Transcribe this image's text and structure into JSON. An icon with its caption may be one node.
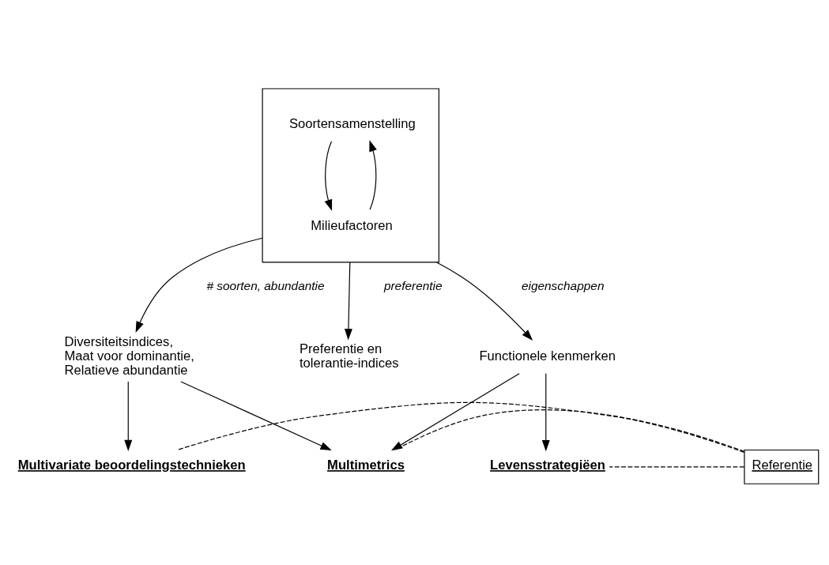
{
  "diagram": {
    "nodes": [
      {
        "text": [],
        "shape": "box"
      },
      {
        "text": [
          "Soortensamenstelling"
        ],
        "in": 0
      },
      {
        "text": [
          "Milieufactoren"
        ],
        "in": 0
      },
      {
        "text": [
          "Referentie"
        ]
      },
      {
        "text": [
          "Multivariate beoordelingstechnieken"
        ]
      },
      {
        "text": [
          "Diversiteitsindices, Maat voor dominantie, Relatieve abundantie"
        ]
      },
      {
        "text": [
          "Preferentie en tolerantie-indices"
        ]
      },
      {
        "text": [
          "Functionele kenmerken"
        ]
      },
      {
        "text": [
          "Levensstrategiëen"
        ]
      },
      {
        "text": [
          "Multimetrics"
        ]
      }
    ],
    "edges": [
      {
        "from": 2,
        "to": 1,
        "arrow": "to"
      },
      {
        "from": 1,
        "to": 2,
        "arrow": "to"
      },
      {
        "from": 0,
        "to": 5,
        "arrow": "to",
        "label": "# soorten, abundantie"
      },
      {
        "from": 0,
        "to": 6,
        "arrow": "to",
        "label": "preferentie"
      },
      {
        "from": 0,
        "to": 7,
        "arrow": "to",
        "label": "eigenschappen"
      },
      {
        "from": 5,
        "to": 4,
        "arrow": "to"
      },
      {
        "from": 7,
        "to": 8,
        "arrow": "to"
      },
      {
        "from": 5,
        "to": 9,
        "arrow": "to"
      },
      {
        "from": 7,
        "to": 9,
        "arrow": "to"
      },
      {
        "from": 3,
        "to": 4,
        "arrow": "none",
        "style": "dashed"
      },
      {
        "from": 3,
        "to": 9,
        "arrow": "none",
        "style": "dashed"
      },
      {
        "from": 3,
        "to": 8,
        "arrow": "none",
        "style": "dashed"
      }
    ]
  }
}
